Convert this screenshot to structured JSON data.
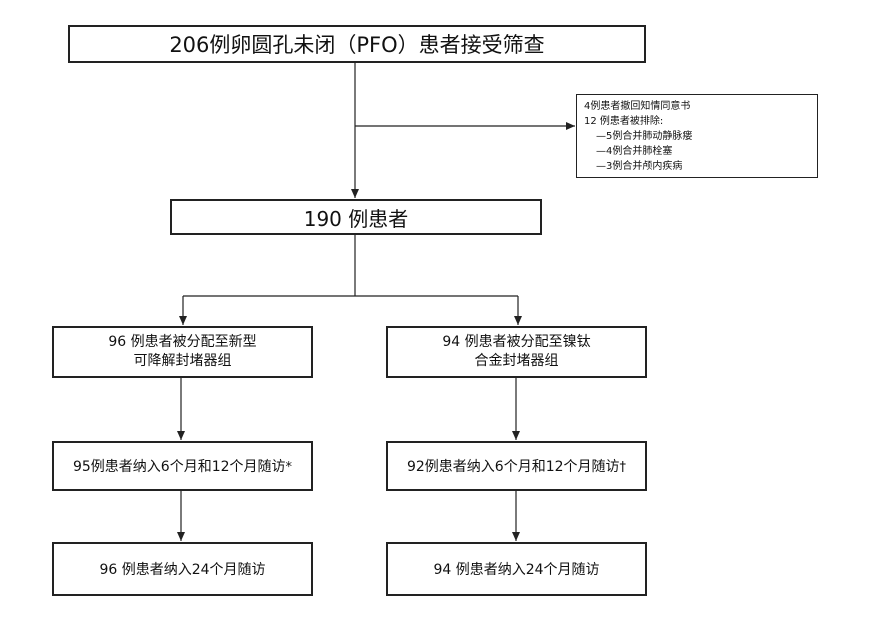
{
  "screening": {
    "text": "206例卵圆孔未闭（PFO）患者接受筛查"
  },
  "exclusion": {
    "withdrawn": "4例患者撤回知情同意书",
    "excluded_title": "12 例患者被排除:",
    "reasons": [
      "—5例合并肺动静脉瘘",
      "—4例合并肺栓塞",
      "—3例合并颅内疾病"
    ]
  },
  "enrolled": {
    "text": "190 例患者"
  },
  "arms": {
    "left": {
      "allocation_line1": "96 例患者被分配至新型",
      "allocation_line2": "可降解封堵器组",
      "followup_12m": "95例患者纳入6个月和12个月随访",
      "followup_12m_mark": "*",
      "followup_24m": "96 例患者纳入24个月随访"
    },
    "right": {
      "allocation_line1": "94 例患者被分配至镍钛",
      "allocation_line2": "合金封堵器组",
      "followup_12m": "92例患者纳入6个月和12个月随访",
      "followup_12m_mark": "†",
      "followup_24m": "94 例患者纳入24个月随访"
    }
  }
}
